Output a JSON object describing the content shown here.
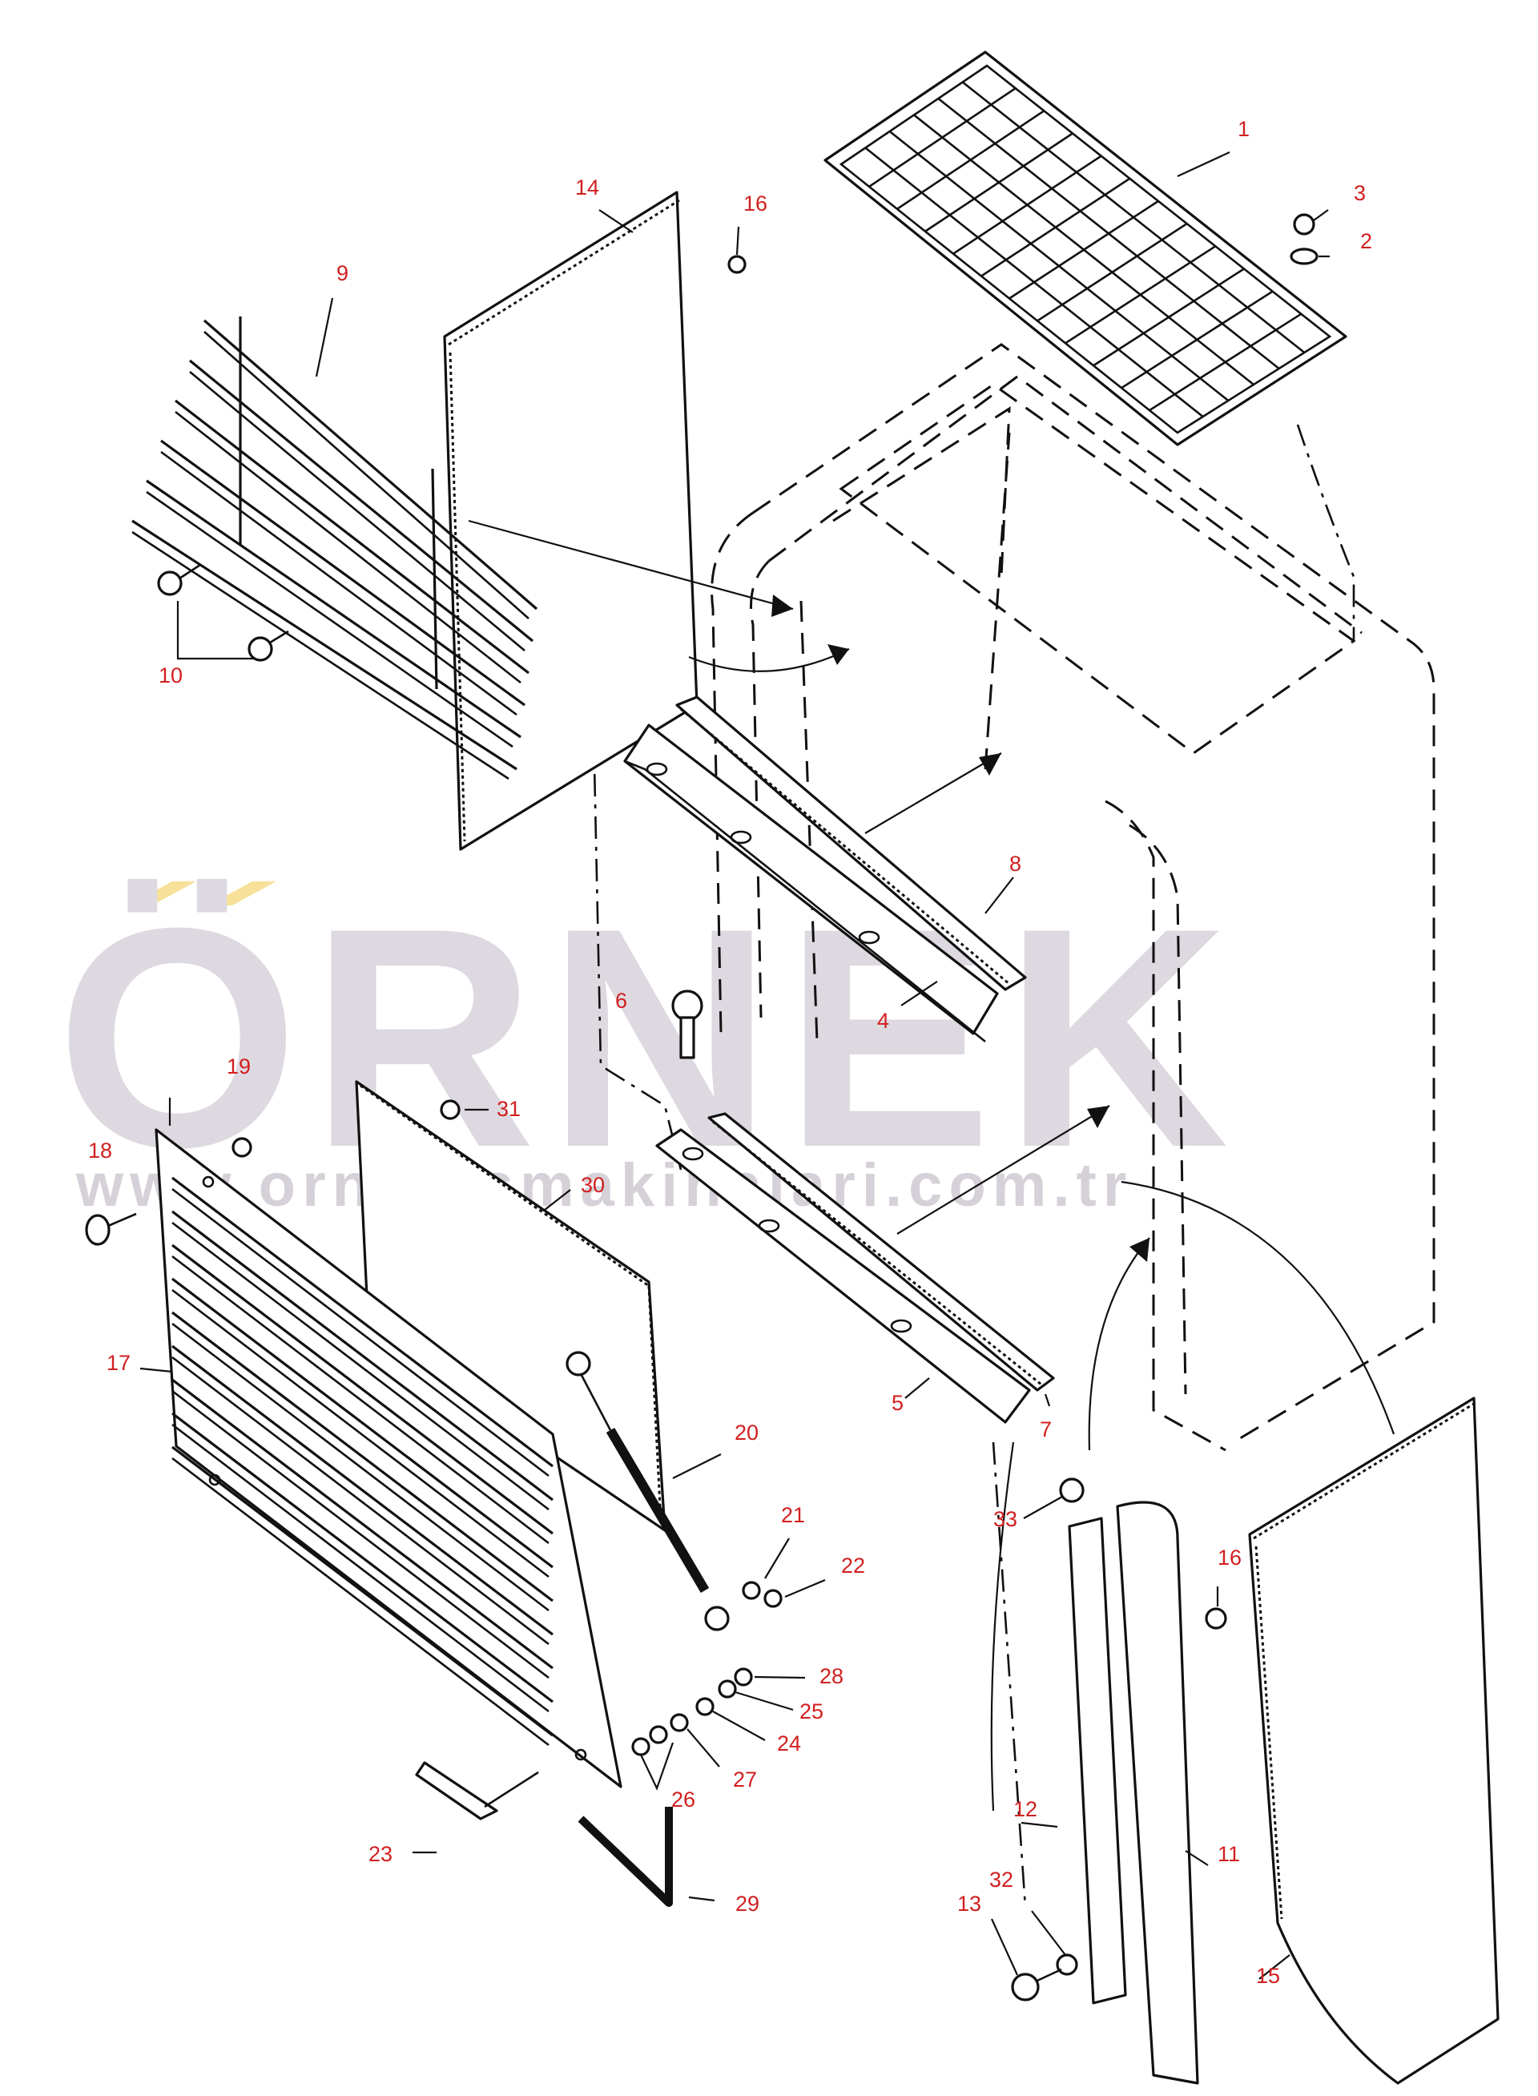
{
  "watermark": {
    "brand": "ÖRNEK",
    "url": "www.ornekismakinalari.com.tr",
    "accent_color": "#f7e19a",
    "text_color": "#ded9e0"
  },
  "callouts": [
    "1",
    "2",
    "3",
    "4",
    "5",
    "6",
    "7",
    "8",
    "9",
    "10",
    "11",
    "12",
    "13",
    "14",
    "15",
    "16",
    "16",
    "17",
    "18",
    "19",
    "20",
    "21",
    "22",
    "23",
    "24",
    "25",
    "26",
    "27",
    "28",
    "29",
    "30",
    "31",
    "32",
    "33"
  ],
  "label_color": "#d21f1f"
}
